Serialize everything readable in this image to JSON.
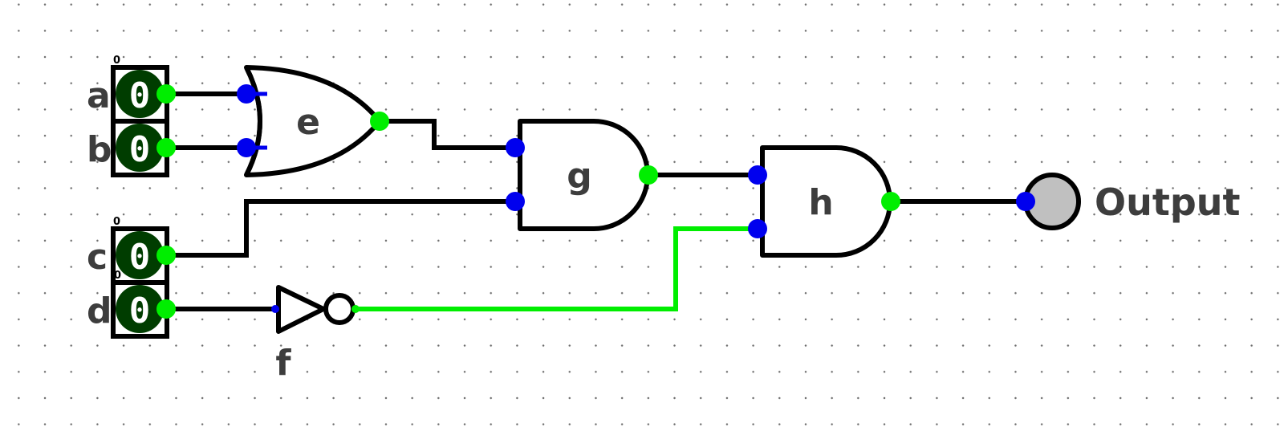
{
  "colors": {
    "wire_low": "#000000",
    "wire_high": "#00ee00",
    "pin_input": "#0000ee",
    "pin_output": "#00ee00",
    "switch_fill": "#003d00",
    "label": "#3d3d3d",
    "bulb_off": "#c0c0c0"
  },
  "inputs": [
    {
      "id": "a",
      "label": "a",
      "value": "0",
      "corner_tag": "0"
    },
    {
      "id": "b",
      "label": "b",
      "value": "0",
      "corner_tag": ""
    },
    {
      "id": "c",
      "label": "c",
      "value": "0",
      "corner_tag": "0"
    },
    {
      "id": "d",
      "label": "d",
      "value": "0",
      "corner_tag": "0"
    }
  ],
  "gates": [
    {
      "id": "e",
      "type": "OR",
      "label": "e"
    },
    {
      "id": "f",
      "type": "NOT",
      "label": "f"
    },
    {
      "id": "g",
      "type": "AND",
      "label": "g"
    },
    {
      "id": "h",
      "type": "AND",
      "label": "h"
    }
  ],
  "output": {
    "label": "Output",
    "state": "off"
  }
}
